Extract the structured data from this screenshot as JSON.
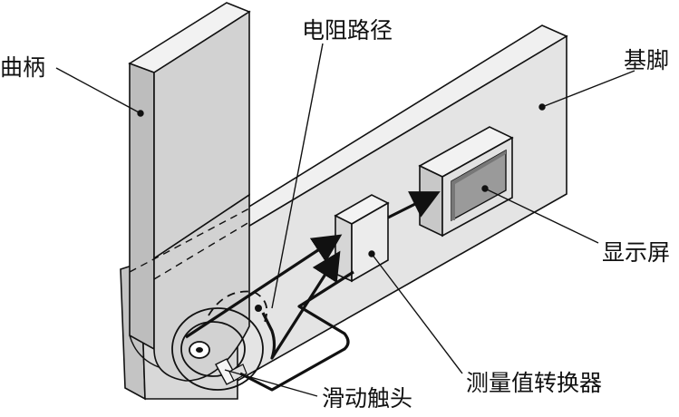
{
  "labels": {
    "crank": "曲柄",
    "resistor_path": "电阻路径",
    "base": "基脚",
    "display": "显示屏",
    "converter": "测量值转换器",
    "slider": "滑动触头"
  },
  "colors": {
    "outline": "#111111",
    "face_light": "#e6e6e6",
    "face_mid": "#cfcfcf",
    "face_dark": "#b4b4b4",
    "screen": "#9a9a9a",
    "background": "#ffffff"
  }
}
